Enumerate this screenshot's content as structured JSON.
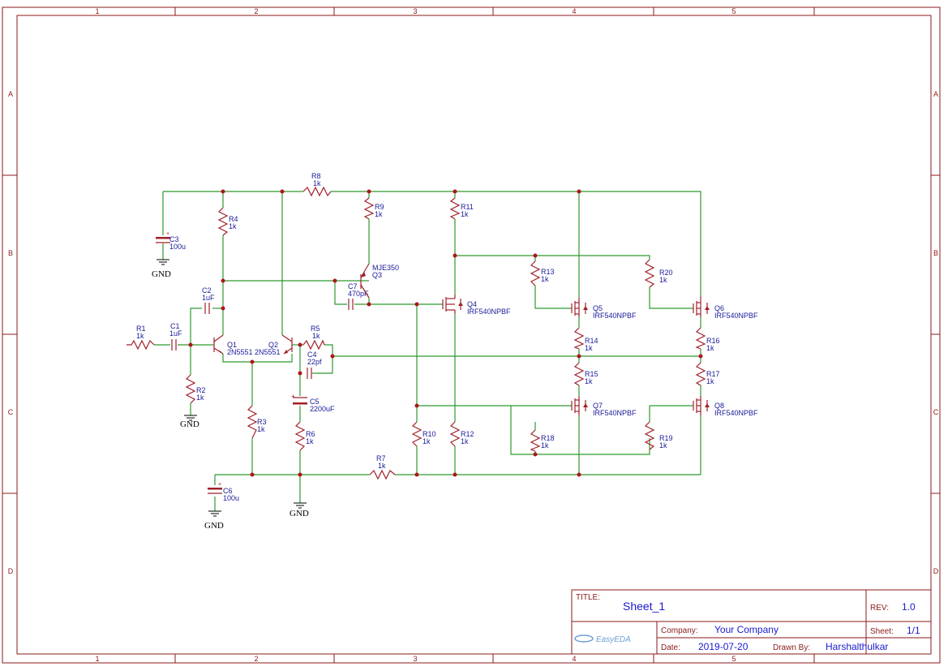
{
  "frame": {
    "col_labels": [
      "1",
      "2",
      "3",
      "4",
      "5"
    ],
    "row_labels": [
      "A",
      "B",
      "C",
      "D"
    ]
  },
  "components": {
    "R1": {
      "ref": "R1",
      "val": "1k"
    },
    "R2": {
      "ref": "R2",
      "val": "1k"
    },
    "R3": {
      "ref": "R3",
      "val": "1k"
    },
    "R4": {
      "ref": "R4",
      "val": "1k"
    },
    "R5": {
      "ref": "R5",
      "val": "1k"
    },
    "R6": {
      "ref": "R6",
      "val": "1k"
    },
    "R7": {
      "ref": "R7",
      "val": "1k"
    },
    "R8": {
      "ref": "R8",
      "val": "1k"
    },
    "R9": {
      "ref": "R9",
      "val": "1k"
    },
    "R10": {
      "ref": "R10",
      "val": "1k"
    },
    "R11": {
      "ref": "R11",
      "val": "1k"
    },
    "R12": {
      "ref": "R12",
      "val": "1k"
    },
    "R13": {
      "ref": "R13",
      "val": "1k"
    },
    "R14": {
      "ref": "R14",
      "val": "1k"
    },
    "R15": {
      "ref": "R15",
      "val": "1k"
    },
    "R16": {
      "ref": "R16",
      "val": "1k"
    },
    "R17": {
      "ref": "R17",
      "val": "1k"
    },
    "R18": {
      "ref": "R18",
      "val": "1k"
    },
    "R19": {
      "ref": "R19",
      "val": "1k"
    },
    "R20": {
      "ref": "R20",
      "val": "1k"
    },
    "C1": {
      "ref": "C1",
      "val": "1uF"
    },
    "C2": {
      "ref": "C2",
      "val": "1uF"
    },
    "C3": {
      "ref": "C3",
      "val": "100u"
    },
    "C4": {
      "ref": "C4",
      "val": "22pf"
    },
    "C5": {
      "ref": "C5",
      "val": "2200uF"
    },
    "C6": {
      "ref": "C6",
      "val": "100u"
    },
    "C7": {
      "ref": "C7",
      "val": "470pF"
    },
    "Q1": {
      "ref": "Q1",
      "val": "2N5551"
    },
    "Q2": {
      "ref": "Q2",
      "val": "2N5551"
    },
    "Q3": {
      "ref": "Q3",
      "val": "MJE350"
    },
    "Q4": {
      "ref": "Q4",
      "val": "IRF540NPBF"
    },
    "Q5": {
      "ref": "Q5",
      "val": "IRF540NPBF"
    },
    "Q6": {
      "ref": "Q6",
      "val": "IRF540NPBF"
    },
    "Q7": {
      "ref": "Q7",
      "val": "IRF540NPBF"
    },
    "Q8": {
      "ref": "Q8",
      "val": "IRF540NPBF"
    }
  },
  "gnd_label": "GND",
  "titleblock": {
    "title_label": "TITLE:",
    "title": "Sheet_1",
    "rev_label": "REV:",
    "rev": "1.0",
    "company_label": "Company:",
    "company": "Your Company",
    "sheet_label": "Sheet:",
    "sheet": "1/1",
    "date_label": "Date:",
    "date": "2019-07-20",
    "drawn_label": "Drawn By:",
    "drawn": "Harshalthulkar",
    "logo": "EasyEDA"
  },
  "colors": {
    "frame": "#8b1a1a",
    "wire": "#2e9a2e",
    "component": "#a0202a",
    "label": "#1a1a9a"
  }
}
